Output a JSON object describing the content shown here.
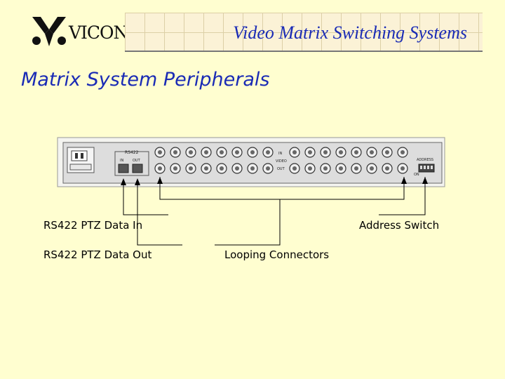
{
  "header": {
    "logo_text": "VICON",
    "banner_title": "Video Matrix Switching Systems"
  },
  "page_title": "Matrix System Peripherals",
  "panel": {
    "rs422_label": "RS422",
    "in_label": "IN",
    "out_label": "OUT",
    "video_in_label": "IN",
    "video_label": "VIDEO",
    "video_out_label": "OUT",
    "address_label": "ADDRESS",
    "on_label": "ON"
  },
  "callouts": {
    "rs422_in": "RS422 PTZ Data In",
    "rs422_out": "RS422 PTZ Data Out",
    "looping": "Looping Connectors",
    "address_switch": "Address Switch"
  },
  "colors": {
    "background": "#fffed0",
    "title_blue": "#1a2bb5"
  }
}
